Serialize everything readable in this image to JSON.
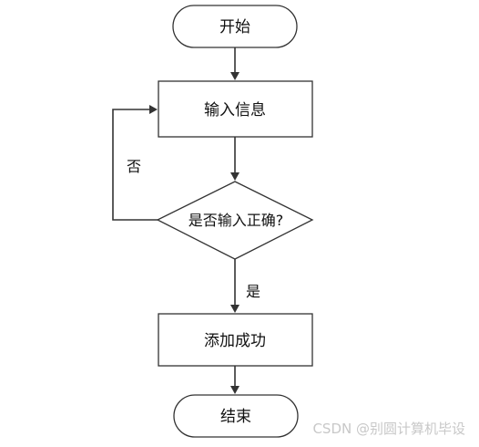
{
  "flowchart": {
    "start": "开始",
    "input": "输入信息",
    "decision": "是否输入正确?",
    "no_label": "否",
    "yes_label": "是",
    "success": "添加成功",
    "end": "结束"
  },
  "watermark": "CSDN @别圆计算机毕设"
}
